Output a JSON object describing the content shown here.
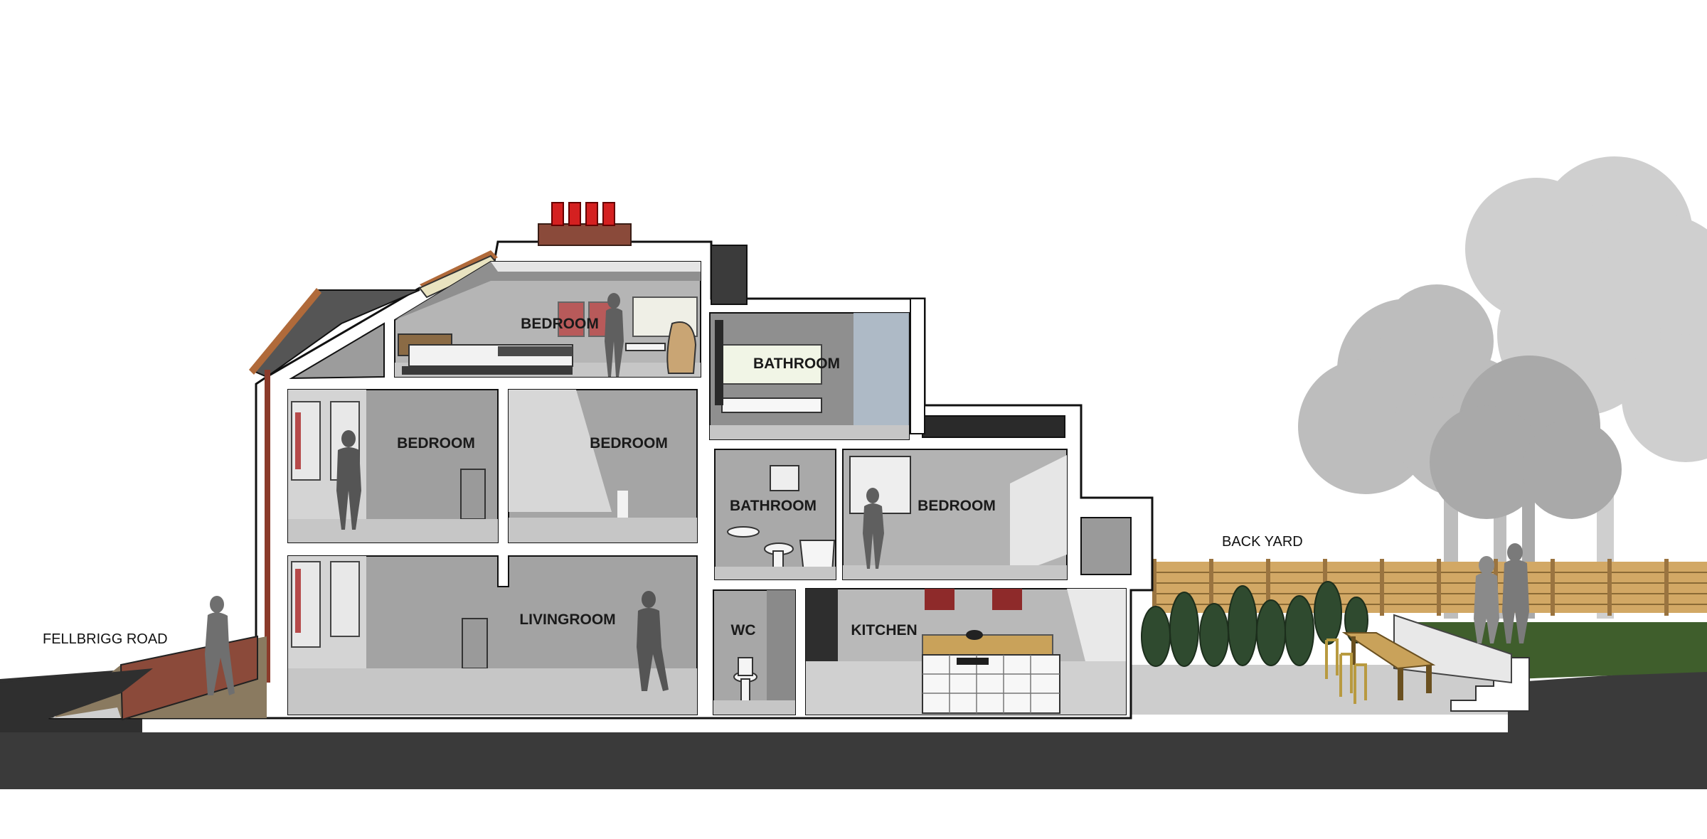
{
  "labels": {
    "street": "FELLBRIGG ROAD",
    "back_yard": "BACK YARD",
    "attic_bedroom": "BEDROOM",
    "first_front_bedroom": "BEDROOM",
    "first_middle_bedroom": "BEDROOM",
    "upper_bathroom": "BATHROOM",
    "rear_bathroom": "BATHROOM",
    "rear_bedroom": "BEDROOM",
    "livingroom": "LIVINGROOM",
    "wc": "WC",
    "kitchen": "KITCHEN"
  },
  "colors": {
    "ground": "#3a3a3a",
    "section_cut": "#ffffff",
    "room_fill": "#9c9c9c",
    "room_wall": "#b8b8b8",
    "floor": "#c6c6c6",
    "roof_tile": "#555555",
    "roof_timber": "#b06a3a",
    "chimney": "#8a4a3a",
    "chimney_pots": "#d42020",
    "fence": "#d2a865",
    "lawn": "#3f5e2c",
    "trees": "#bdbdbd",
    "shrubs": "#2f4a2f",
    "figures": "#6d6d6d",
    "front_wall": "#8b4a3a"
  },
  "icons": [
    "person-silhouette",
    "tree-silhouette",
    "shrub",
    "chimney-pot",
    "bed",
    "chair",
    "toilet",
    "sink",
    "bath",
    "kitchen-island",
    "dining-table",
    "steps",
    "fence"
  ]
}
